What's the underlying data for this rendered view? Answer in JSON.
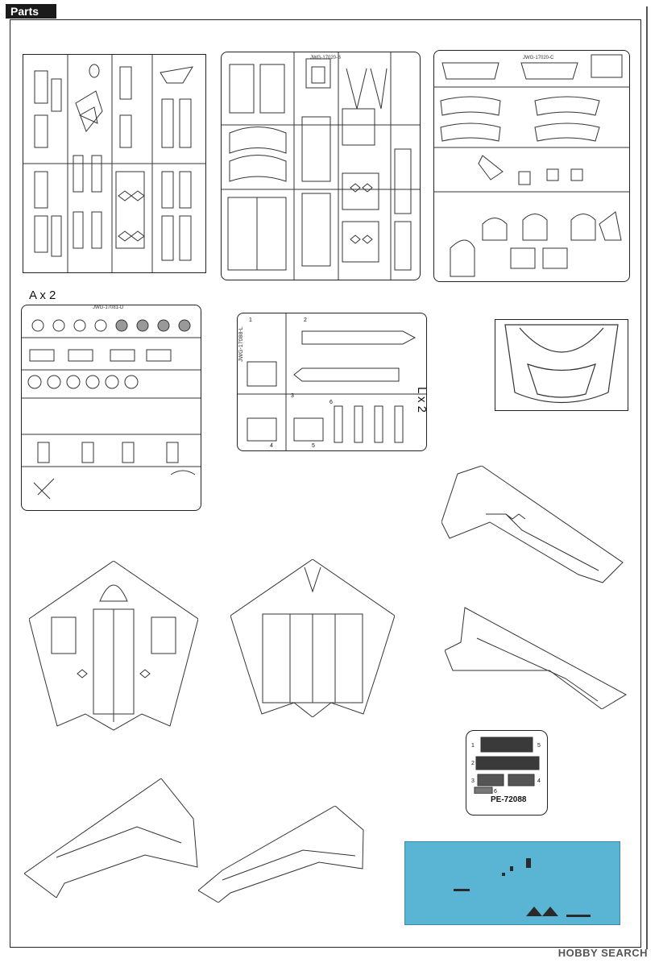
{
  "header": {
    "title": "Parts"
  },
  "sprues": {
    "sprue_a_label": "A x 2",
    "sprue_a_code": "JWG-17081-D",
    "sprue_b_code": "JWG-17020-B",
    "sprue_c_code": "JWG-17020-C",
    "sprue_l_label": "L x 2",
    "sprue_l_code": "JWG-17088-L",
    "sprue_l_numbers": [
      "1",
      "2",
      "3",
      "4",
      "5",
      "6"
    ]
  },
  "photo_etch": {
    "code": "PE-72088",
    "numbers": [
      "1",
      "2",
      "3",
      "4",
      "5",
      "6"
    ]
  },
  "watermark": "HOBBY SEARCH"
}
